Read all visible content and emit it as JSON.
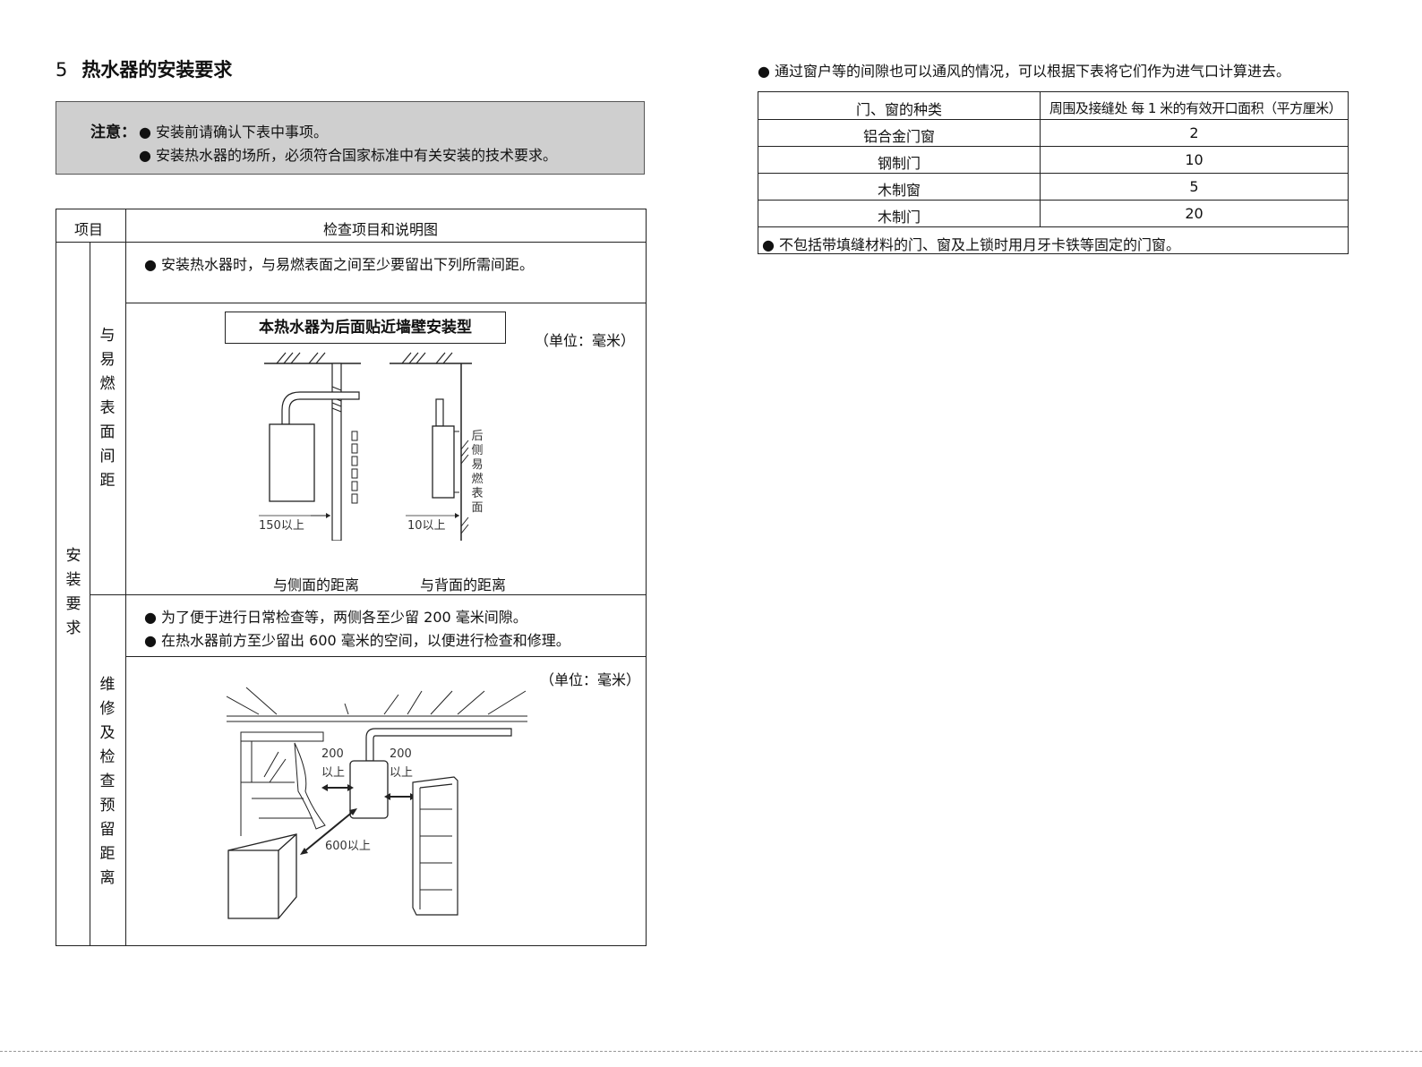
{
  "left": {
    "section_number": "5",
    "section_title": "热水器的安装要求",
    "notice": {
      "label": "注意：",
      "items": [
        "● 安装前请确认下表中事项。",
        "● 安装热水器的场所，必须符合国家标准中有关安装的技术要求。"
      ]
    },
    "table": {
      "header_item": "项目",
      "header_desc": "检查项目和说明图",
      "category": "安装要求",
      "row1": {
        "sub": "与易燃表面间距",
        "bullet": "●  安装热水器时，与易燃表面之间至少要留出下列所需间距。",
        "diagram_title": "本热水器为后面贴近墙壁安装型",
        "unit": "（单位：毫米）",
        "dim_side": "150以上",
        "dim_back": "10以上",
        "wall_label": "后侧易燃表面",
        "caption_side": "与侧面的距离",
        "caption_back": "与背面的距离"
      },
      "row2": {
        "sub": "维修及检查预留距离",
        "bullets": [
          "●  为了便于进行日常检查等，两侧各至少留 200 毫米间隙。",
          "●  在热水器前方至少留出 600 毫米的空间，以便进行检查和修理。"
        ],
        "unit": "（单位：毫米）",
        "dim_left": "200",
        "dim_left_2": "以上",
        "dim_right": "200",
        "dim_right_2": "以上",
        "dim_front": "600以上"
      }
    }
  },
  "right": {
    "intro": "● 通过窗户等的间隙也可以通风的情况，可以根据下表将它们作为进气口计算进去。",
    "table": {
      "col1": "门、窗的种类",
      "col2": "周围及接缝处 每 1 米的有效开口面积（平方厘米）",
      "rows": [
        {
          "type": "铝合金门窗",
          "area": "2"
        },
        {
          "type": "钢制门",
          "area": "10"
        },
        {
          "type": "木制窗",
          "area": "5"
        },
        {
          "type": "木制门",
          "area": "20"
        }
      ],
      "note": "●  不包括带填缝材料的门、窗及上锁时用月牙卡铁等固定的门窗。"
    }
  },
  "colors": {
    "notice_bg": "#cfcfcf",
    "line": "#222222"
  }
}
